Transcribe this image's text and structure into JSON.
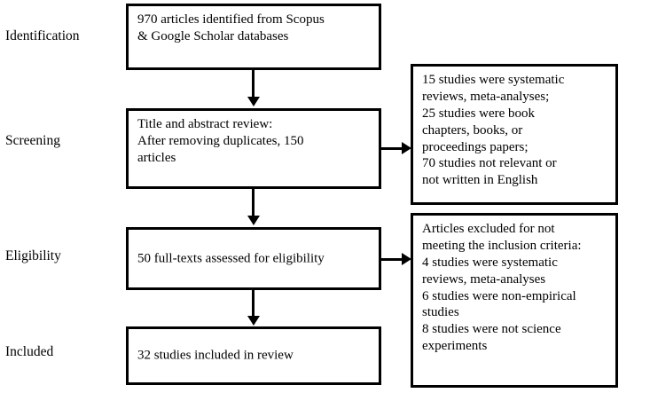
{
  "diagram": {
    "type": "prisma-flow-diagram",
    "background_color": "#ffffff",
    "line_color": "#000000",
    "stages": [
      {
        "id": "identification",
        "label": "Identification"
      },
      {
        "id": "screening",
        "label": "Screening"
      },
      {
        "id": "eligibility",
        "label": "Eligibility"
      },
      {
        "id": "included",
        "label": "Included"
      }
    ],
    "main_boxes": [
      {
        "id": "identification-box",
        "text": "970 articles identified from Scopus\n& Google Scholar databases",
        "count": 970
      },
      {
        "id": "screening-box",
        "text": "Title and abstract review:\nAfter removing duplicates, 150\narticles",
        "count": 150
      },
      {
        "id": "eligibility-box",
        "text": "50 full-texts assessed for eligibility",
        "count": 50
      },
      {
        "id": "included-box",
        "text": "32 studies included in review",
        "count": 32
      }
    ],
    "exclusion_boxes": [
      {
        "id": "screening-exclusions-box",
        "text": "15 studies were systematic\nreviews, meta-analyses;\n25 studies were book\nchapters, books, or\nproceedings papers;\n70 studies not relevant or\nnot written in English",
        "counts": [
          15,
          25,
          70
        ]
      },
      {
        "id": "eligibility-exclusions-box",
        "text": "Articles excluded for not\nmeeting the inclusion criteria:\n4 studies were systematic\nreviews, meta-analyses\n6 studies were non-empirical\nstudies\n8 studies were not science\nexperiments",
        "counts": [
          4,
          6,
          8
        ]
      }
    ]
  }
}
